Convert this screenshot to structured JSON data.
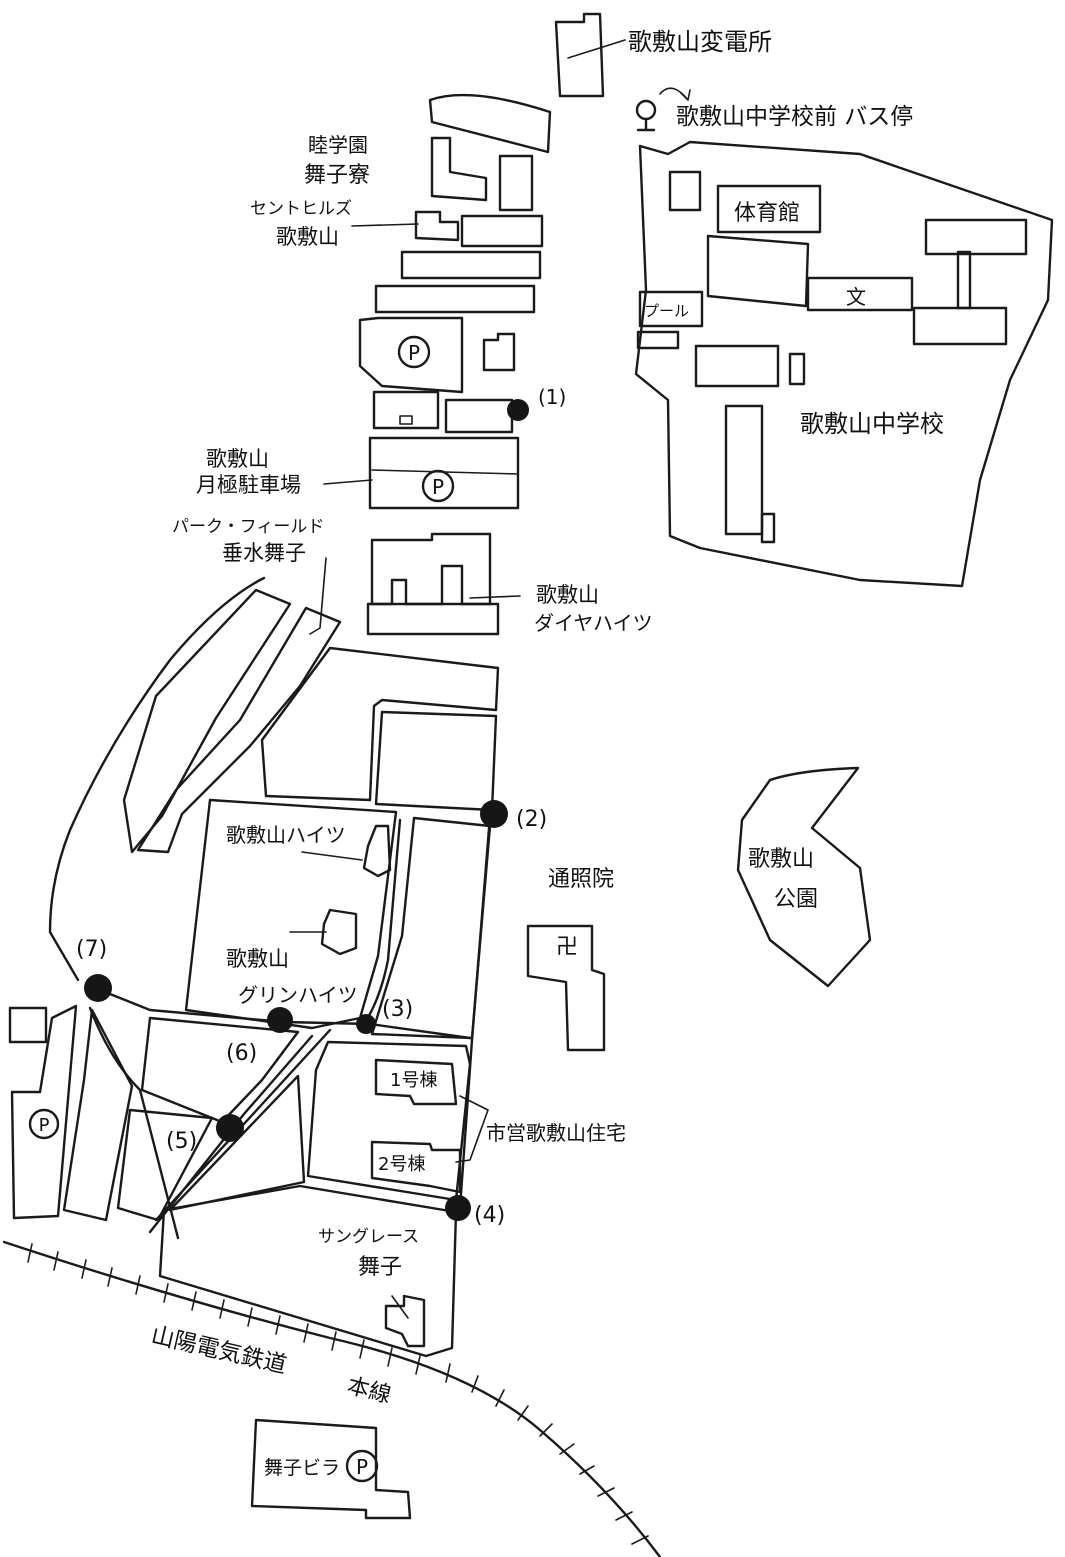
{
  "accent_color": "#161616",
  "labels": {
    "substation": "歌敷山変電所",
    "bus_stop": "歌敷山中学校前 バス停",
    "mutsumi": "睦学園",
    "maiko_ryo": "舞子寮",
    "st_hills_1": "セントヒルズ",
    "st_hills_2": "歌敷山",
    "gym": "体育館",
    "school_mark": "文",
    "pool": "プール",
    "school": "歌敷山中学校",
    "monthly_1": "歌敷山",
    "monthly_2": "月極駐車場",
    "park_field_1": "パーク・フィールド",
    "park_field_2": "垂水舞子",
    "diamond_1": "歌敷山",
    "diamond_2": "ダイヤハイツ",
    "heights": "歌敷山ハイツ",
    "green_1": "歌敷山",
    "green_2": "グリンハイツ",
    "tsushoin": "通照院",
    "temple_mark": "卍",
    "park_1": "歌敷山",
    "park_2": "公園",
    "bldg1": "1号棟",
    "bldg2": "2号棟",
    "city_housing": "市営歌敷山住宅",
    "sungrace_1": "サングレース",
    "sungrace_2": "舞子",
    "railway_1": "山陽電気鉄道",
    "railway_2": "本線",
    "maiko_villa": "舞子ビラ"
  },
  "parking_symbol": "P",
  "points": [
    "(1)",
    "(2)",
    "(3)",
    "(4)",
    "(5)",
    "(6)",
    "(7)"
  ]
}
